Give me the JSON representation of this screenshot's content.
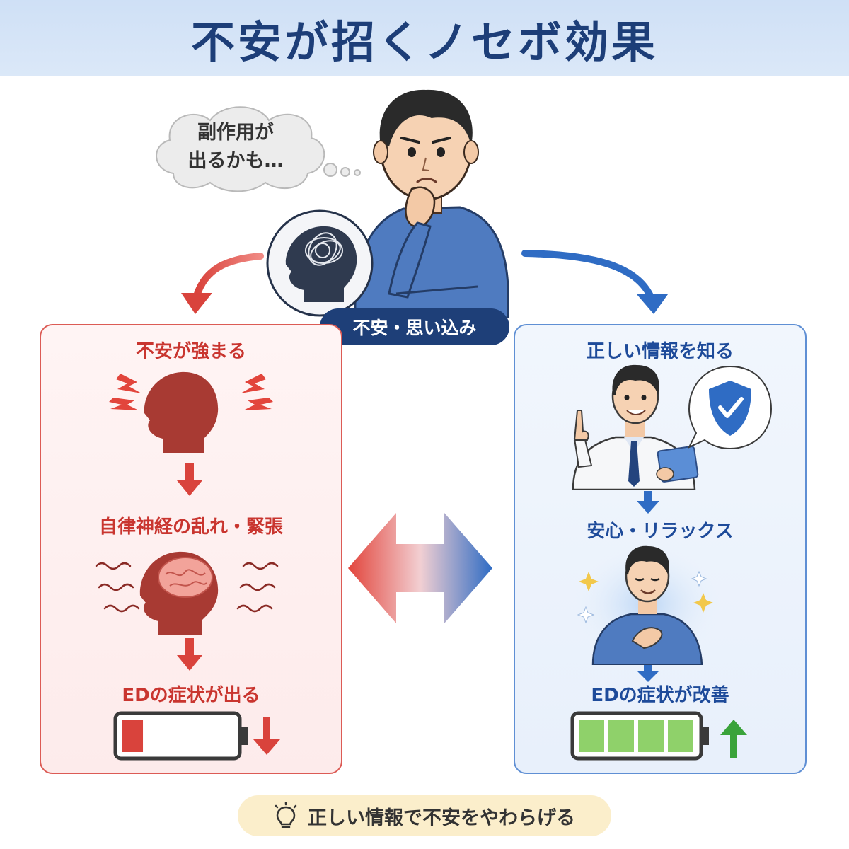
{
  "title": "不安が招くノセボ効果",
  "thought_bubble": {
    "line1": "副作用が",
    "line2": "出るかも…"
  },
  "center_tag": "不安・思い込み",
  "left_panel": {
    "step1": "不安が強まる",
    "step2": "自律神経の乱れ・緊張",
    "step3": "EDの症状が出る",
    "battery_level": 0.2
  },
  "right_panel": {
    "step1": "正しい情報を知る",
    "step2": "安心・リラックス",
    "step3": "EDの症状が改善",
    "battery_level": 1.0
  },
  "footer_tip": "正しい情報で不安をやわらげる",
  "colors": {
    "negative": "#d9433c",
    "positive": "#2f6cc4",
    "navy": "#1e3f78",
    "battery_green": "#8fd16a"
  }
}
